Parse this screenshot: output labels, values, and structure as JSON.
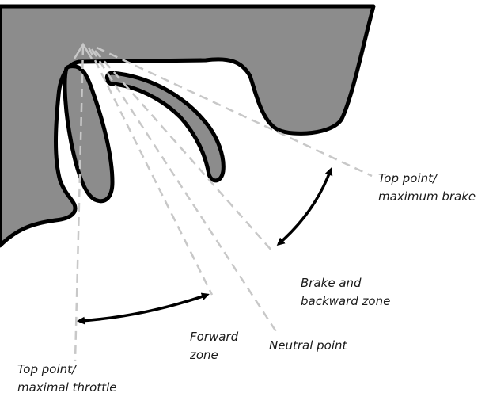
{
  "labels": {
    "top_point_brake_line1": "Top point/",
    "top_point_brake_line2": "maximum brake",
    "brake_backward_line1": "Brake and",
    "brake_backward_line2": "backward zone",
    "neutral_point": "Neutral point",
    "forward_zone_line1": "Forward",
    "forward_zone_line2": "zone",
    "top_point_throttle_line1": "Top point/",
    "top_point_throttle_line2": "maximal throttle"
  },
  "colors": {
    "housing_fill": "#8c8c8c",
    "outline": "#000000",
    "dashed_guides": "#c8c8c8",
    "text": "#1a1a1a"
  },
  "icons": {
    "range_arrows": "double-headed-curved-arrow"
  }
}
